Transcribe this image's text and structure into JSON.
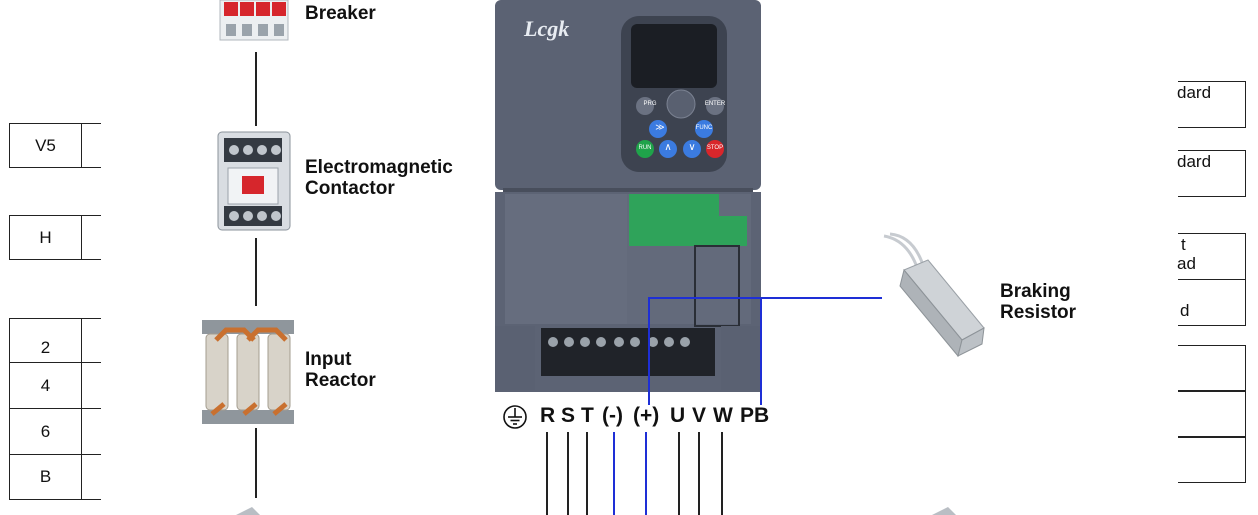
{
  "labels": {
    "breaker": "Breaker",
    "contactor_1": "Electromagnetic",
    "contactor_2": "Contactor",
    "reactor_1": "Input",
    "reactor_2": "Reactor",
    "resistor_1": "Braking",
    "resistor_2": "Resistor"
  },
  "left_table": [
    "V5",
    "H",
    "2",
    "4",
    "6",
    "B"
  ],
  "right_table": [
    "dard",
    "dard",
    "t",
    "ad",
    "d"
  ],
  "terminals": [
    "R",
    "S",
    "T",
    "(-)",
    "(+)",
    "U",
    "V",
    "W",
    "PB"
  ],
  "brand": "Lcgk",
  "keypad": {
    "prg": "PRG",
    "enter": "ENTER",
    "shift": "≫",
    "func": "FUNC",
    "run": "RUN",
    "up": "∧",
    "down": "∨",
    "stop": "STOP"
  },
  "colors": {
    "drive_body": "#5b6273",
    "wire_blue": "#1e2fd6",
    "run_green": "#1fa34a",
    "stop_red": "#d8262b",
    "key_blue": "#3b7be0",
    "terminal_green": "#2fa35a"
  }
}
